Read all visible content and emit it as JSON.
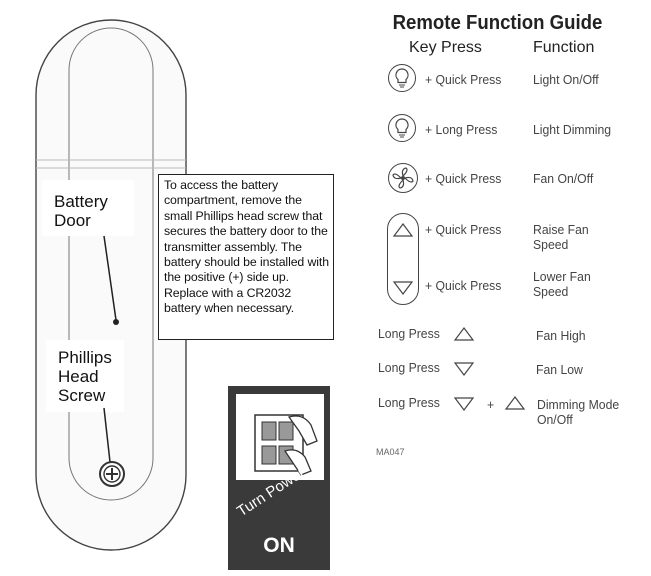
{
  "remote": {
    "battery_door_label": [
      "Battery",
      "Door"
    ],
    "screw_label": [
      "Phillips",
      "Head",
      "Screw"
    ],
    "instructions": "To access the battery compartment, remove the small Phillips head screw that secures the battery door to the transmitter assembly. The battery should be installed with the positive (+) side up. Replace with a CR2032 battery when necessary."
  },
  "power_badge": {
    "text": "Turn Power",
    "state": "ON"
  },
  "guide": {
    "title": "Remote Function Guide",
    "col_key": "Key Press",
    "col_function": "Function",
    "rows": [
      {
        "icon": "light-bulb-icon",
        "press": "+ Quick Press",
        "function": "Light On/Off"
      },
      {
        "icon": "light-bulb-icon",
        "press": "+ Long Press",
        "function": "Light Dimming"
      },
      {
        "icon": "fan-icon",
        "press": "+ Quick Press",
        "function": "Fan On/Off"
      },
      {
        "icon": "arrow-up-icon",
        "press": "+ Quick Press",
        "function": [
          "Raise Fan",
          "Speed"
        ]
      },
      {
        "icon": "arrow-down-icon",
        "press": "+ Quick Press",
        "function": [
          "Lower Fan",
          "Speed"
        ]
      }
    ],
    "long_rows": [
      {
        "press": "Long Press",
        "keys": [
          "arrow-up-icon"
        ],
        "function": "Fan High"
      },
      {
        "press": "Long Press",
        "keys": [
          "arrow-down-icon"
        ],
        "function": "Fan Low"
      },
      {
        "press": "Long Press",
        "keys": [
          "arrow-down-icon",
          "arrow-up-icon"
        ],
        "plus": "+",
        "function": [
          "Dimming Mode",
          "On/Off"
        ]
      }
    ],
    "code": "MA047"
  }
}
